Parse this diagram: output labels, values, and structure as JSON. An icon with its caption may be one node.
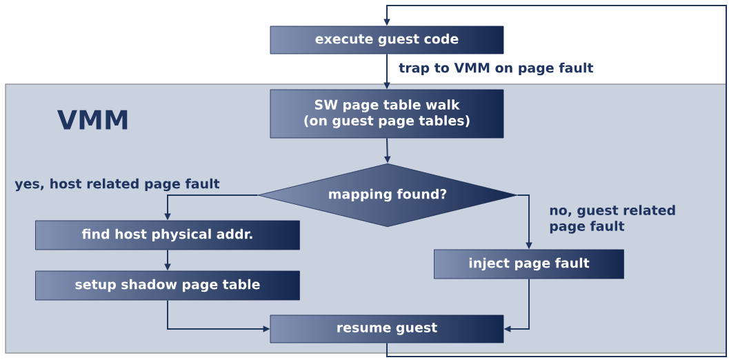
{
  "diagram": {
    "nodes": [
      {
        "text": [
          "VMM"
        ]
      },
      {
        "text": [
          "execute guest code"
        ]
      },
      {
        "text": [
          "SW page table walk (on guest page tables)"
        ],
        "in": 0
      },
      {
        "text": [
          "mapping found?"
        ],
        "in": 0
      },
      {
        "text": [
          "find host physical addr."
        ],
        "in": 0
      },
      {
        "text": [
          "setup shadow page table"
        ],
        "in": 0
      },
      {
        "text": [
          "inject page fault"
        ],
        "in": 0
      },
      {
        "text": [
          "resume guest"
        ],
        "in": 0
      }
    ],
    "edges": [
      {
        "from": 1,
        "to": 2,
        "arrow": "to",
        "label": "trap to VMM on page fault"
      },
      {
        "from": 2,
        "to": 3,
        "arrow": "to"
      },
      {
        "from": 3,
        "to": 4,
        "arrow": "to",
        "label": "yes, host related page fault"
      },
      {
        "from": 3,
        "to": 6,
        "arrow": "to",
        "label": "no, guest related page fault"
      },
      {
        "from": 4,
        "to": 5,
        "arrow": "to"
      },
      {
        "from": 5,
        "to": 7,
        "arrow": "to"
      },
      {
        "from": 6,
        "to": 7,
        "arrow": "to"
      },
      {
        "from": 7,
        "to": 1,
        "arrow": "to"
      }
    ]
  }
}
